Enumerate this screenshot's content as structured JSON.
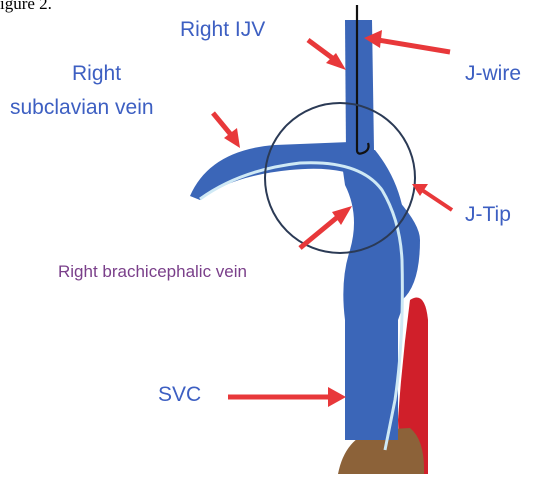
{
  "figure_caption": "igure 2.",
  "labels": {
    "right_ijv": "Right IJV",
    "j_wire": "J-wire",
    "right_subclavian_line1": "Right",
    "right_subclavian_line2": "subclavian vein",
    "j_tip": "J-Tip",
    "right_brachiocephalic": "Right brachicephalic vein",
    "svc": "SVC"
  },
  "colors": {
    "label_blue": "#3d5fc2",
    "label_purple": "#7a3f8a",
    "vein_blue": "#3b66b8",
    "arrow_red": "#e8383a",
    "heart_red": "#d01f2a",
    "atrium_brown": "#8c6239",
    "wire_black": "#111111",
    "wire_light": "#cfe9f5"
  }
}
